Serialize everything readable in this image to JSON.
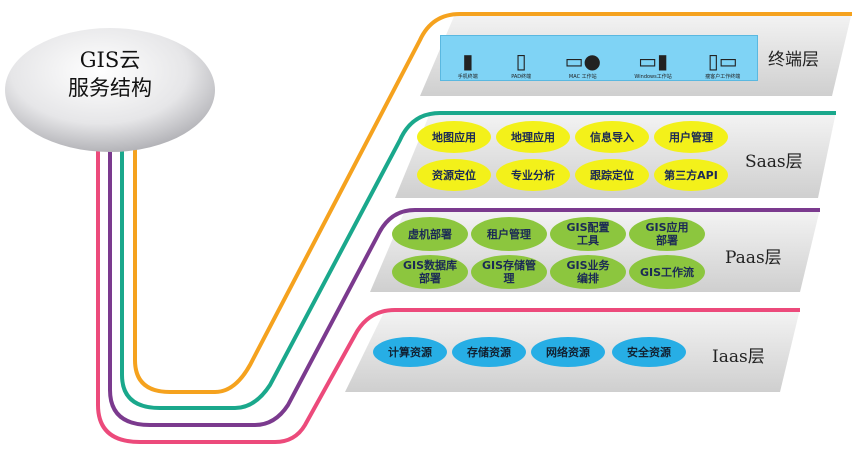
{
  "title": "GIS云\n服务结构",
  "title_line1": "GIS云",
  "title_line2": "服务结构",
  "layers": {
    "terminal": {
      "label": "终端层",
      "color": "#f5a21e",
      "devices": [
        "手机终端",
        "PAD终端",
        "MAC 工作站",
        "Windows工作站",
        "瘦客户工作终端"
      ]
    },
    "saas": {
      "label": "Saas层",
      "color": "#1aa88c",
      "items": [
        "地图应用",
        "地理应用",
        "信息导入",
        "用户管理",
        "资源定位",
        "专业分析",
        "跟踪定位",
        "第三方API"
      ]
    },
    "paas": {
      "label": "Paas层",
      "color": "#7b3a8e",
      "items": [
        "虚机部署",
        "租户管理",
        "GIS配置工具",
        "GIS应用部署",
        "GIS数据库部署",
        "GIS存储管理",
        "GIS业务编排",
        "GIS工作流"
      ]
    },
    "iaas": {
      "label": "Iaas层",
      "color": "#ec4a7b",
      "items": [
        "计算资源",
        "存储资源",
        "网络资源",
        "安全资源"
      ]
    }
  }
}
